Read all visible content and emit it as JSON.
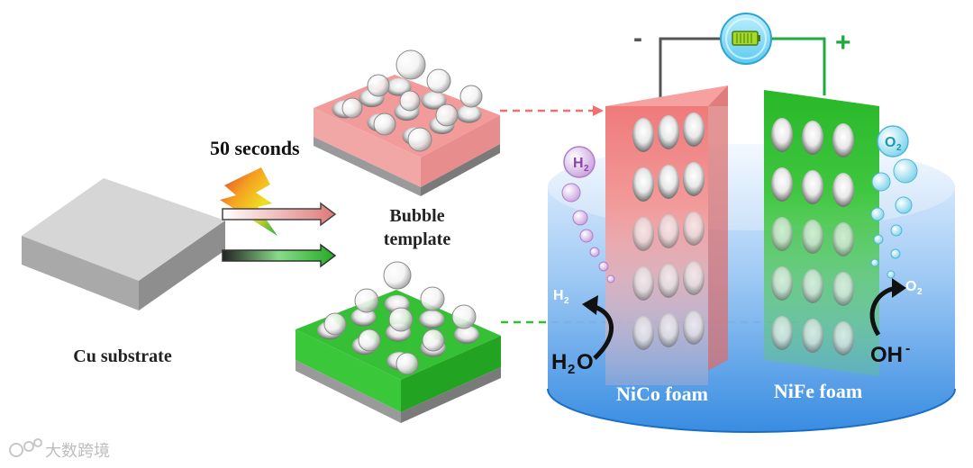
{
  "labels": {
    "substrate": "Cu substrate",
    "time": "50 seconds",
    "template_line1": "Bubble",
    "template_line2": "template",
    "left_electrode": "NiCo foam",
    "right_electrode": "NiFe foam",
    "minus": "-",
    "plus": "+",
    "h2_bubble_left": "H",
    "h2_bubble_left_sub": "2",
    "o2_bubble_right": "O",
    "o2_bubble_right_sub": "2",
    "h2_product": "H",
    "h2_product_sub": "2",
    "h2o_reactant": "H",
    "h2o_reactant_sub": "2",
    "h2o_reactant_end": "O",
    "o2_product": "O",
    "o2_product_sub": "2",
    "oh_reactant": "OH",
    "oh_reactant_sup": "-",
    "watermark": "大数跨境"
  },
  "colors": {
    "pink": "#f08c8c",
    "green": "#2ec02e",
    "minus_sign": "#555555",
    "plus_sign": "#1eaa3c",
    "wire_left": "#555555",
    "wire_right": "#1eaa3c",
    "h2_text": "#8a44a6",
    "o2_text": "#1a9ab0",
    "electrolyte": "#3a8de0"
  },
  "icons": {
    "power": "battery-icon",
    "arrow_h2": "curved-arrow-icon",
    "arrow_o2": "curved-arrow-icon",
    "process": "lightning-icon"
  }
}
